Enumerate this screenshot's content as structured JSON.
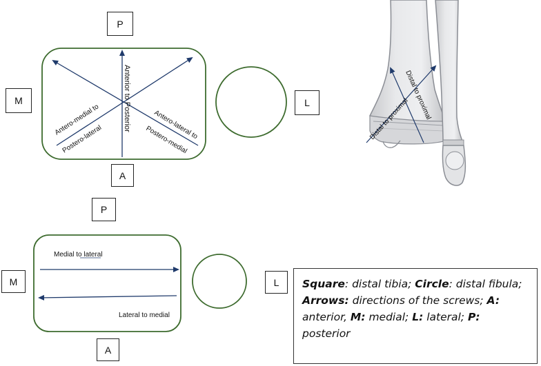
{
  "top_diagram": {
    "label_p": "P",
    "label_m": "M",
    "label_a": "A",
    "label_l": "L",
    "arrow_ap": "Anterior to Posterior",
    "arrow_am1": "Antero-medial to",
    "arrow_am2": "Postero-lateral",
    "arrow_al1": "Antero-lateral to",
    "arrow_al2": "Postero-medial"
  },
  "bone": {
    "arrow1": "Distal to proximal",
    "arrow2": "Distal to proximal"
  },
  "bottom_diagram": {
    "label_p": "P",
    "label_m": "M",
    "label_a": "A",
    "label_l": "L",
    "arrow_ml": "Medial to lateral",
    "arrow_lm": "Lateral to medial"
  },
  "legend": {
    "square_term": "Square",
    "square_desc": ": distal tibia; ",
    "circle_term": "Circle",
    "circle_desc": ": distal fibula; ",
    "arrows_term": "Arrows:",
    "arrows_desc": " directions of the screws; ",
    "a_term": "A:",
    "a_desc": " anterior, ",
    "m_term": "M:",
    "m_desc": " medial; ",
    "l_term": "L:",
    "l_desc": " lateral; ",
    "p_term": "P:",
    "p_desc": " posterior"
  },
  "colors": {
    "shape_outline": "#3d6b2e",
    "arrow": "#1f3a6b",
    "bone_fill": "#dcdde0",
    "bone_outline": "#8a8d94"
  }
}
